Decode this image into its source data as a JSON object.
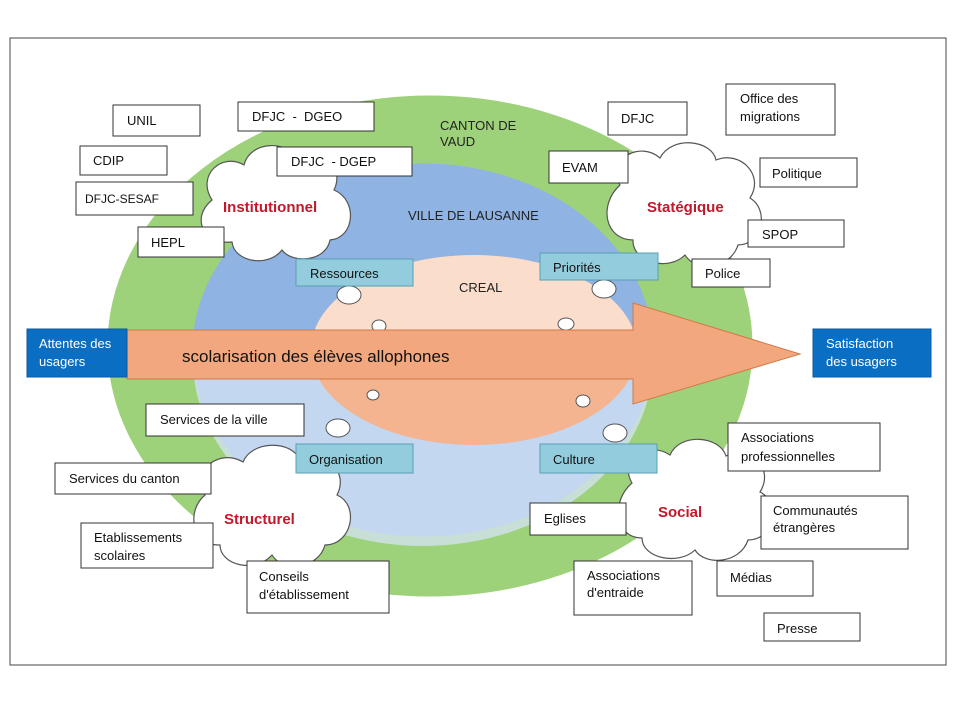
{
  "colors": {
    "outer_ring": "#9ed27a",
    "middle_ring": "#8fb3e3",
    "inner_ring": "#f3b48f",
    "arrow": "#f3a77e",
    "teal": "#93cddd",
    "cloud_label": "#c0192b",
    "endpoint_box": "#0a6fc2"
  },
  "zones": {
    "outer": "CANTON DE VAUD",
    "middle": "VILLE DE LAUSANNE",
    "inner": "CREAL"
  },
  "arrow_label": "scolarisation des élèves allophones",
  "endpoints": {
    "left": [
      "Attentes des",
      "usagers"
    ],
    "right": [
      "Satisfaction",
      "des usagers"
    ]
  },
  "clouds": {
    "institutionnel": "Institutionnel",
    "strategique": "Statégique",
    "structurel": "Structurel",
    "social": "Social"
  },
  "quadrants": {
    "ressources": "Ressources",
    "priorites": "Priorités",
    "organisation": "Organisation",
    "culture": "Culture"
  },
  "actors": {
    "unil": [
      "UNIL"
    ],
    "dfjc_dgeo": [
      "DFJC  -  DGEO"
    ],
    "dfjc_dgep": [
      "DFJC  - DGEP"
    ],
    "cdip": [
      "CDIP"
    ],
    "dfjc_sesaf": [
      "DFJC-SESAF"
    ],
    "hepl": [
      "HEPL"
    ],
    "dfjc": [
      "DFJC"
    ],
    "office_migrations": [
      "Office des",
      "migrations"
    ],
    "evam": [
      "EVAM"
    ],
    "politique": [
      "Politique"
    ],
    "spop": [
      "SPOP"
    ],
    "police": [
      "Police"
    ],
    "services_ville": [
      "Services de la ville"
    ],
    "services_canton": [
      "Services du canton"
    ],
    "etablissements": [
      "Etablissements",
      "scolaires"
    ],
    "conseils": [
      "Conseils",
      "d'établissement"
    ],
    "associations_pro": [
      "Associations",
      "professionnelles"
    ],
    "communautes": [
      "Communautés",
      "étrangères"
    ],
    "eglises": [
      "Eglises"
    ],
    "associations_entraide": [
      "Associations",
      "d'entraide"
    ],
    "medias": [
      "Médias"
    ],
    "presse": [
      "Presse"
    ]
  }
}
